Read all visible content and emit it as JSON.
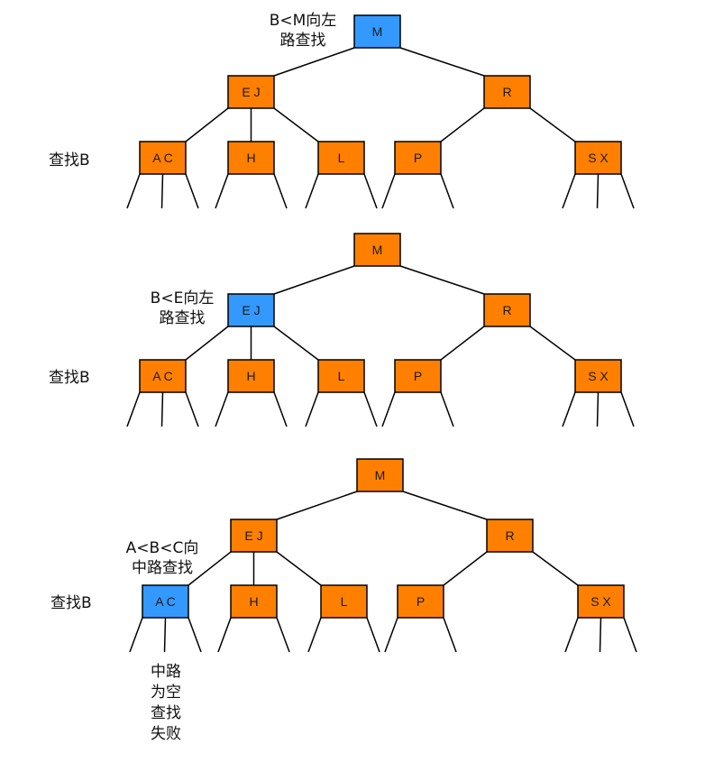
{
  "colors": {
    "node": "#ff8000",
    "highlight": "#3399ff",
    "stroke": "#000000",
    "text": "#1a1a1a"
  },
  "trees": [
    {
      "nodes": {
        "root": "M",
        "left": "E J",
        "right": "R",
        "l1": "A C",
        "l2": "H",
        "l3": "L",
        "r1": "P",
        "r2": "S X"
      },
      "highlight": "root",
      "step_note": [
        "B<M向左",
        "路查找"
      ],
      "search_label": "查找B"
    },
    {
      "nodes": {
        "root": "M",
        "left": "E J",
        "right": "R",
        "l1": "A C",
        "l2": "H",
        "l3": "L",
        "r1": "P",
        "r2": "S X"
      },
      "highlight": "left",
      "step_note": [
        "B<E向左",
        "路查找"
      ],
      "search_label": "查找B"
    },
    {
      "nodes": {
        "root": "M",
        "left": "E J",
        "right": "R",
        "l1": "A C",
        "l2": "H",
        "l3": "L",
        "r1": "P",
        "r2": "S X"
      },
      "highlight": "l1",
      "step_note": [
        "A<B<C向",
        "中路查找"
      ],
      "search_label": "查找B",
      "result_note": [
        "中路",
        "为空",
        "查找",
        "失败"
      ]
    }
  ]
}
